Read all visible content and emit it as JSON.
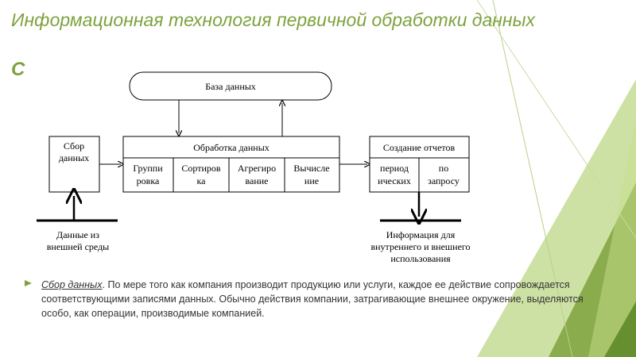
{
  "slide": {
    "title": "Информационная технология первичной обработки данных",
    "title_letter": "С",
    "accent_color": "#7ea23e"
  },
  "diagram": {
    "database": "База данных",
    "collect_box": [
      "Сбор",
      "данных"
    ],
    "processing": {
      "header": "Обработка данных",
      "cells": [
        [
          "Группи",
          "ровка"
        ],
        [
          "Сортиров",
          "ка"
        ],
        [
          "Агрегиро",
          "вание"
        ],
        [
          "Вычисле",
          "ние"
        ]
      ]
    },
    "reports": {
      "header": "Создание отчетов",
      "cells": [
        [
          "период",
          "ических"
        ],
        [
          "по",
          "запросу"
        ]
      ]
    },
    "external_input": [
      "Данные из",
      "внешней среды"
    ],
    "output_info": [
      "Информация для",
      "внутреннего и внешнего",
      "использования"
    ]
  },
  "bullet": {
    "lead": "Сбор данных",
    "text": ". По мере того как компания производит продукцию или услуги, каждое ее действие сопровождается соответствующими записями данных. Обычно действия компании, затрагивающие внешнее окружение, выделяются особо, как операции, производимые компанией."
  }
}
